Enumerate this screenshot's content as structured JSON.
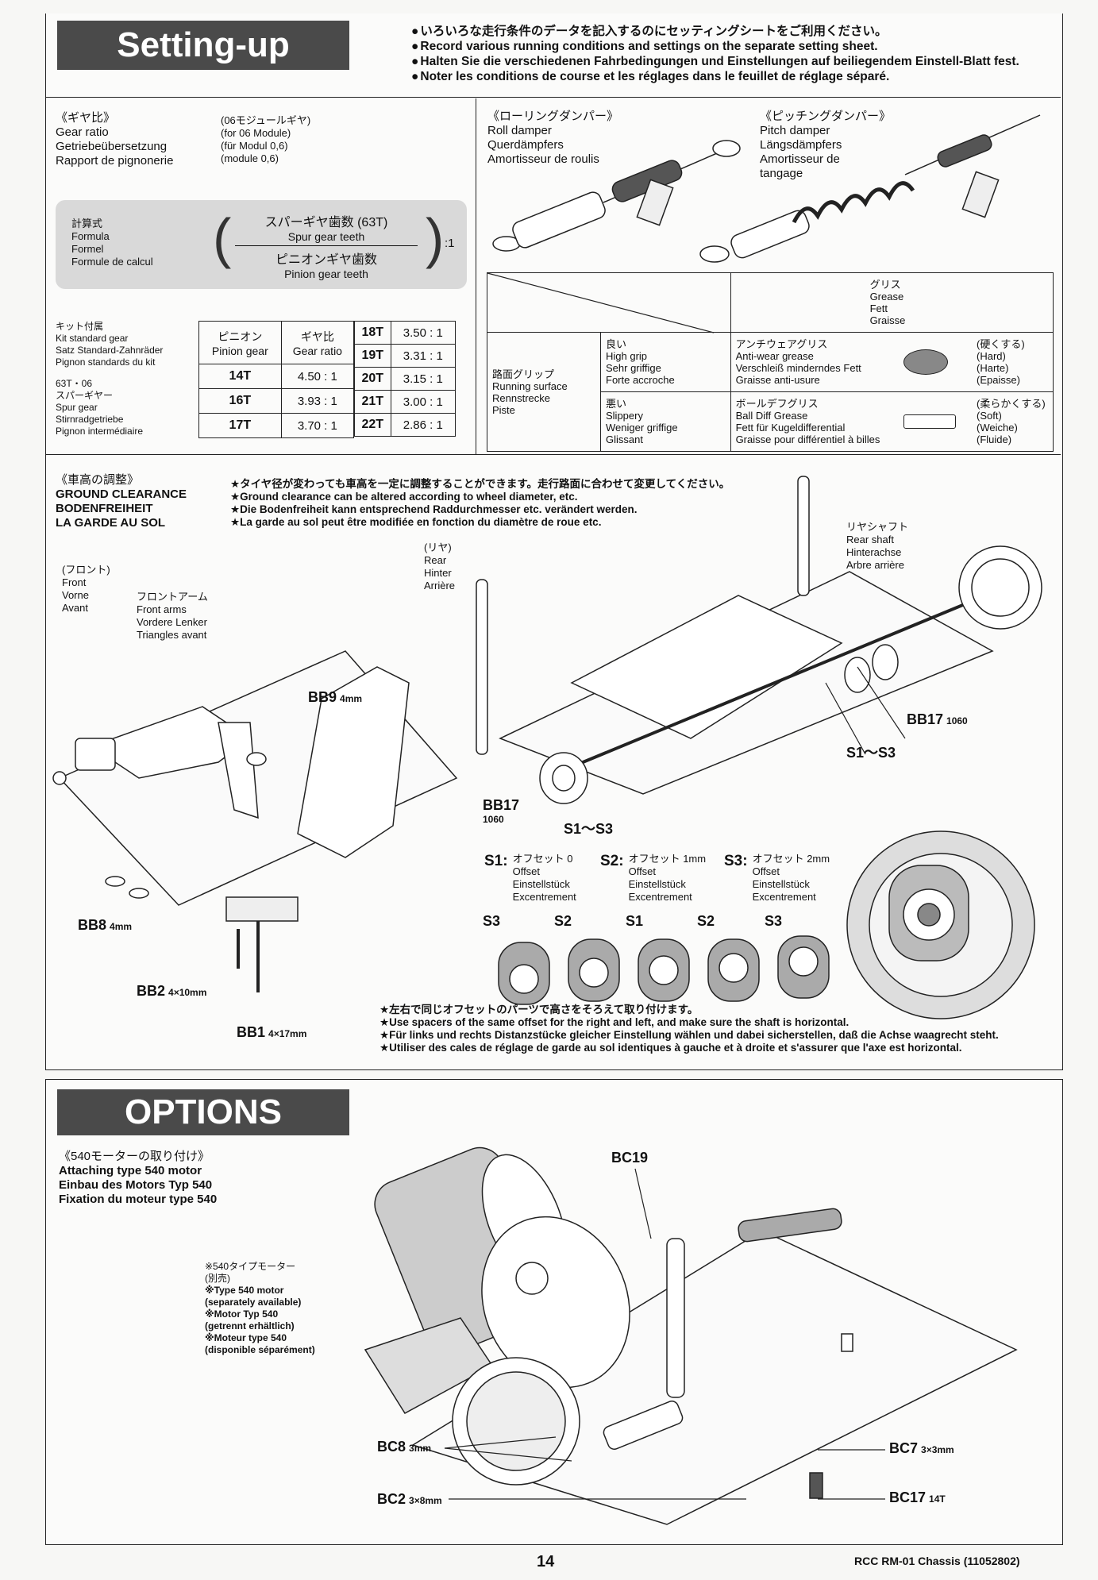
{
  "setup": {
    "title": "Setting-up",
    "intro": [
      "いろいろな走行条件のデータを記入するのにセッティングシートをご利用ください。",
      "Record various running conditions and settings on the separate setting sheet.",
      "Halten Sie die verschiedenen Fahrbedingungen und Einstellungen auf beiliegendem Einstell-Blatt fest.",
      "Noter les conditions de course et les réglages dans le feuillet de réglage séparé."
    ]
  },
  "gear_ratio": {
    "heading": [
      "《ギヤ比》",
      "Gear ratio",
      "Getriebeübersetzung",
      "Rapport de pignonerie"
    ],
    "module": [
      "(06モジュールギヤ)",
      "(for 06 Module)",
      "(für Modul 0,6)",
      "(module 0,6)"
    ],
    "formula_label": [
      "計算式",
      "Formula",
      "Formel",
      "Formule de calcul"
    ],
    "numerator": [
      "スパーギヤ歯数 (63T)",
      "Spur gear teeth"
    ],
    "denominator": [
      "ピニオンギヤ歯数",
      "Pinion gear teeth"
    ],
    "ratio_suffix": ":1",
    "kit_label": [
      "キット付属",
      "Kit standard gear",
      "Satz Standard-Zahnräder",
      "Pignon standards du kit"
    ],
    "spur_label": [
      "63T・06",
      "スパーギヤー",
      "Spur gear",
      "Stirnradgetriebe",
      "Pignon intermédiaire"
    ],
    "table_headers": [
      [
        "ピニオン",
        "Pinion gear"
      ],
      [
        "ギヤ比",
        "Gear ratio"
      ]
    ],
    "rows_left": [
      [
        "14T",
        "4.50 : 1"
      ],
      [
        "16T",
        "3.93 : 1"
      ],
      [
        "17T",
        "3.70 : 1"
      ]
    ],
    "rows_right": [
      [
        "18T",
        "3.50 : 1"
      ],
      [
        "19T",
        "3.31 : 1"
      ],
      [
        "20T",
        "3.15 : 1"
      ],
      [
        "21T",
        "3.00 : 1"
      ],
      [
        "22T",
        "2.86 : 1"
      ]
    ]
  },
  "roll_damper": [
    "《ローリングダンパー》",
    "Roll damper",
    "Querdämpfers",
    "Amortisseur de roulis"
  ],
  "pitch_damper": [
    "《ピッチングダンパー》",
    "Pitch damper",
    "Längsdämpfers",
    "Amortisseur de",
    "tangage"
  ],
  "grease_table": {
    "header": [
      "グリス",
      "Grease",
      "Fett",
      "Graisse"
    ],
    "surface": [
      "路面グリップ",
      "Running surface",
      "Rennstrecke",
      "Piste"
    ],
    "high": [
      "良い",
      "High grip",
      "Sehr griffige",
      "Forte accroche"
    ],
    "low": [
      "悪い",
      "Slippery",
      "Weniger griffige",
      "Glissant"
    ],
    "anti_wear": [
      "アンチウェアグリス",
      "Anti-wear grease",
      "Verschleiß minderndes Fett",
      "Graisse anti-usure"
    ],
    "ball_diff": [
      "ボールデフグリス",
      "Ball Diff Grease",
      "Fett für Kugeldifferential",
      "Graisse pour différentiel à billes"
    ],
    "hard": [
      "(硬くする)",
      "(Hard)",
      "(Harte)",
      "(Epaisse)"
    ],
    "soft": [
      "(柔らかくする)",
      "(Soft)",
      "(Weiche)",
      "(Fluide)"
    ]
  },
  "ground_clearance": {
    "heading": [
      "《車高の調整》",
      "GROUND CLEARANCE",
      "BODENFREIHEIT",
      "LA GARDE AU SOL"
    ],
    "notes": [
      "タイヤ径が変わっても車高を一定に調整することができます。走行路面に合わせて変更してください。",
      "Ground clearance can be altered according to wheel diameter, etc.",
      "Die Bodenfreiheit kann entsprechend Raddurchmesser etc. verändert werden.",
      "La garde au sol peut être modifiée en fonction du diamètre de roue etc."
    ],
    "front": [
      "(フロント)",
      "Front",
      "Vorne",
      "Avant"
    ],
    "front_arms": [
      "フロントアーム",
      "Front arms",
      "Vordere Lenker",
      "Triangles avant"
    ],
    "rear": [
      "(リヤ)",
      "Rear",
      "Hinter",
      "Arrière"
    ],
    "rear_shaft": [
      "リヤシャフト",
      "Rear shaft",
      "Hinterachse",
      "Arbre arrière"
    ],
    "parts": {
      "bb9": "BB9",
      "bb9_size": "4mm",
      "bb8": "BB8",
      "bb8_size": "4mm",
      "bb2": "BB2",
      "bb2_size": "4×10mm",
      "bb1": "BB1",
      "bb1_size": "4×17mm",
      "bb17": "BB17",
      "bb17_size": "1060",
      "s13": "S1〜S3"
    },
    "offsets": [
      {
        "code": "S1:",
        "lines": [
          "オフセット 0",
          "Offset",
          "Einstellstück",
          "Excentrement"
        ]
      },
      {
        "code": "S2:",
        "lines": [
          "オフセット 1mm",
          "Offset",
          "Einstellstück",
          "Excentrement"
        ]
      },
      {
        "code": "S3:",
        "lines": [
          "オフセット 2mm",
          "Offset",
          "Einstellstück",
          "Excentrement"
        ]
      }
    ],
    "spacers": [
      "S3",
      "S2",
      "S1",
      "S2",
      "S3"
    ],
    "bottom_notes": [
      "左右で同じオフセットのパーツで高さをそろえて取り付けます。",
      "Use spacers of the same offset for the right and left, and make sure the shaft is horizontal.",
      "Für links und rechts Distanzstücke gleicher Einstellung wählen und dabei sicherstellen, daß die Achse waagrecht steht.",
      "Utiliser des cales de réglage de garde au sol identiques à gauche et à droite et s'assurer que l'axe est horizontal."
    ]
  },
  "options": {
    "title": "OPTIONS",
    "heading": [
      "《540モーターの取り付け》",
      "Attaching type 540 motor",
      "Einbau des Motors Typ 540",
      "Fixation du moteur type 540"
    ],
    "motor_note": [
      "※540タイプモーター",
      "(別売)",
      "※Type 540 motor",
      "(separately available)",
      "※Motor Typ 540",
      "(getrennt erhältlich)",
      "※Moteur type 540",
      "(disponible séparément)"
    ],
    "parts": {
      "bc19": "BC19",
      "bc8": "BC8",
      "bc8_size": "3mm",
      "bc2": "BC2",
      "bc2_size": "3×8mm",
      "bc7": "BC7",
      "bc7_size": "3×3mm",
      "bc17": "BC17",
      "bc17_size": "14T"
    }
  },
  "footer": {
    "page": "14",
    "doc": "RCC RM-01 Chassis (11052802)"
  }
}
